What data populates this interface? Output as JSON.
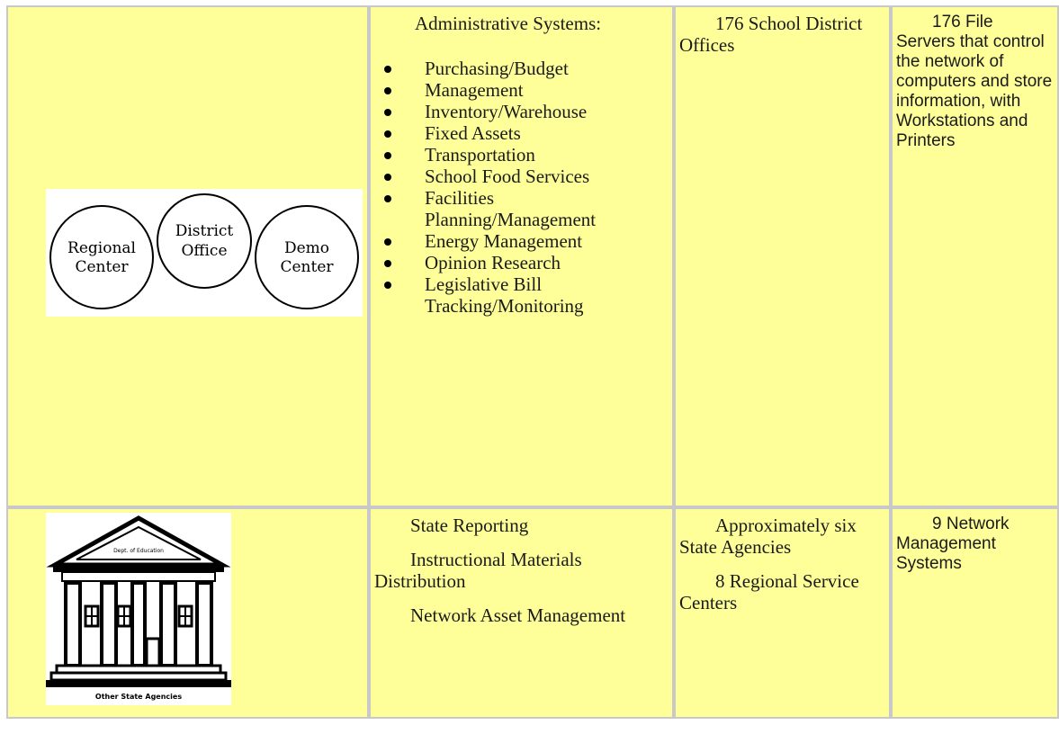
{
  "diagram": {
    "circles": [
      {
        "line1": "Regional",
        "line2": "Center"
      },
      {
        "line1": "District",
        "line2": "Office"
      },
      {
        "line1": "Demo",
        "line2": "Center"
      }
    ]
  },
  "building": {
    "pediment_text": "Dept. of Education",
    "caption": "Other State Agencies"
  },
  "row1": {
    "col2_heading": "Administrative Systems:",
    "col2_items": [
      "Purchasing/Budget",
      "Management",
      "Inventory/Warehouse",
      "Fixed Assets",
      "Transportation",
      "School Food Services",
      "Facilities Planning/Management",
      "Energy Management",
      "Opinion Research",
      "Legislative Bill Tracking/Monitoring"
    ],
    "col3_text": "176 School District Offices",
    "col4_text": "176 File Servers that control the network of computers and store information, with Workstations and Printers"
  },
  "row2": {
    "col2_paras": [
      "State Reporting",
      "Instructional Materials Distribution",
      "Network Asset Management"
    ],
    "col3_paras": [
      "Approximately six State Agencies",
      "8 Regional Service Centers"
    ],
    "col4_text": "9 Network Management Systems"
  }
}
